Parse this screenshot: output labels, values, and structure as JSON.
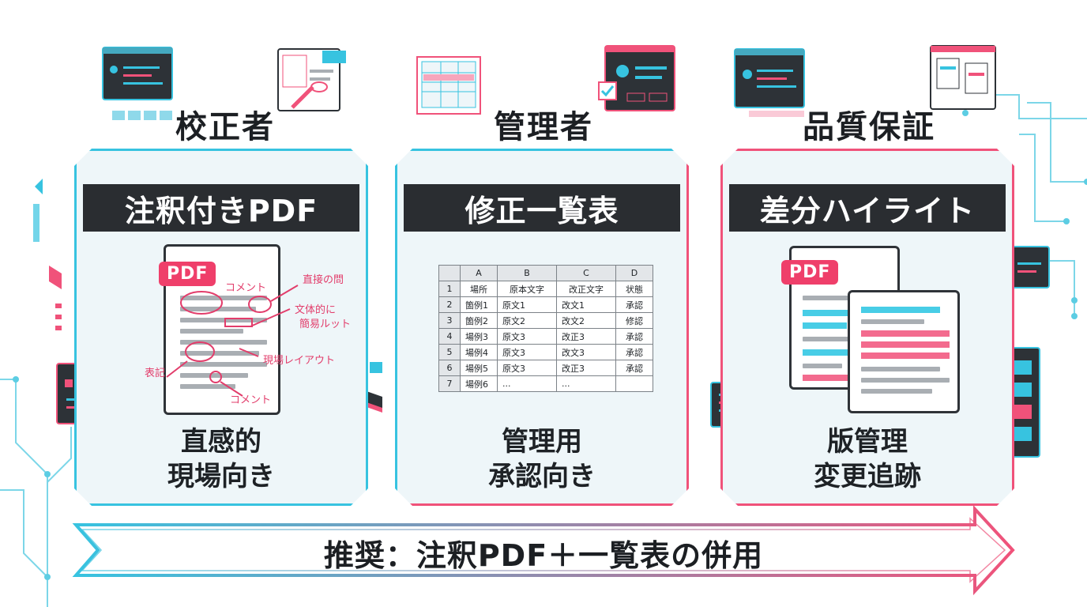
{
  "columns": [
    {
      "role": "校正者",
      "title": "注釈付きPDF",
      "caption": [
        "直感的",
        "現場向き"
      ],
      "badge": "PDF",
      "annotations": [
        "コメント",
        "直接の問",
        "文体的に",
        "簡易ルット",
        "表記",
        "現場レイアウト",
        "コメント"
      ]
    },
    {
      "role": "管理者",
      "title": "修正一覧表",
      "caption": [
        "管理用",
        "承認向き"
      ],
      "sheet": {
        "headers": [
          "",
          "A",
          "B",
          "C",
          "D"
        ],
        "rows": [
          [
            "1",
            "場所",
            "原本文字",
            "改正文字",
            "状態"
          ],
          [
            "2",
            "箇例1",
            "原文1",
            "改文1",
            "承認"
          ],
          [
            "3",
            "箇例2",
            "原文2",
            "改文2",
            "修認"
          ],
          [
            "4",
            "場例3",
            "原文3",
            "改正3",
            "承認"
          ],
          [
            "5",
            "場例4",
            "原文3",
            "改文3",
            "承認"
          ],
          [
            "6",
            "場例5",
            "原文3",
            "改正3",
            "承認"
          ],
          [
            "7",
            "場例6",
            "...",
            "...",
            ""
          ]
        ]
      }
    },
    {
      "role": "品質保証",
      "title": "差分ハイライト",
      "caption": [
        "版管理",
        "変更追跡"
      ],
      "badge": "PDF"
    }
  ],
  "recommendation": "推奨：注釈PDF＋一覧表の併用",
  "colors": {
    "cyan": "#37c3e0",
    "pink": "#f0527a",
    "dark": "#2a2d31",
    "panel_bg": "#eef6f9"
  }
}
